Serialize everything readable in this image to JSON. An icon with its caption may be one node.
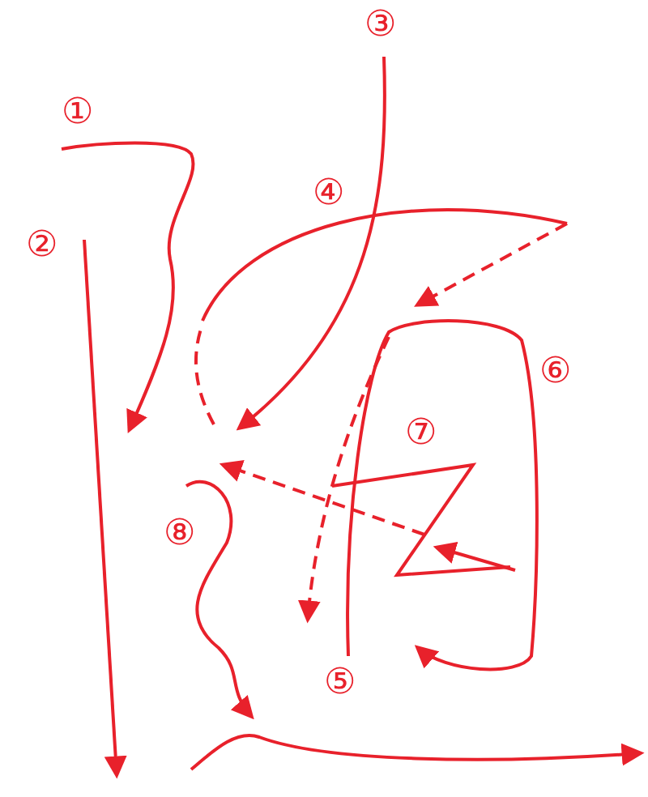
{
  "diagram": {
    "labels": [
      "①",
      "②",
      "③",
      "④",
      "⑤",
      "⑥",
      "⑦",
      "⑧"
    ]
  }
}
